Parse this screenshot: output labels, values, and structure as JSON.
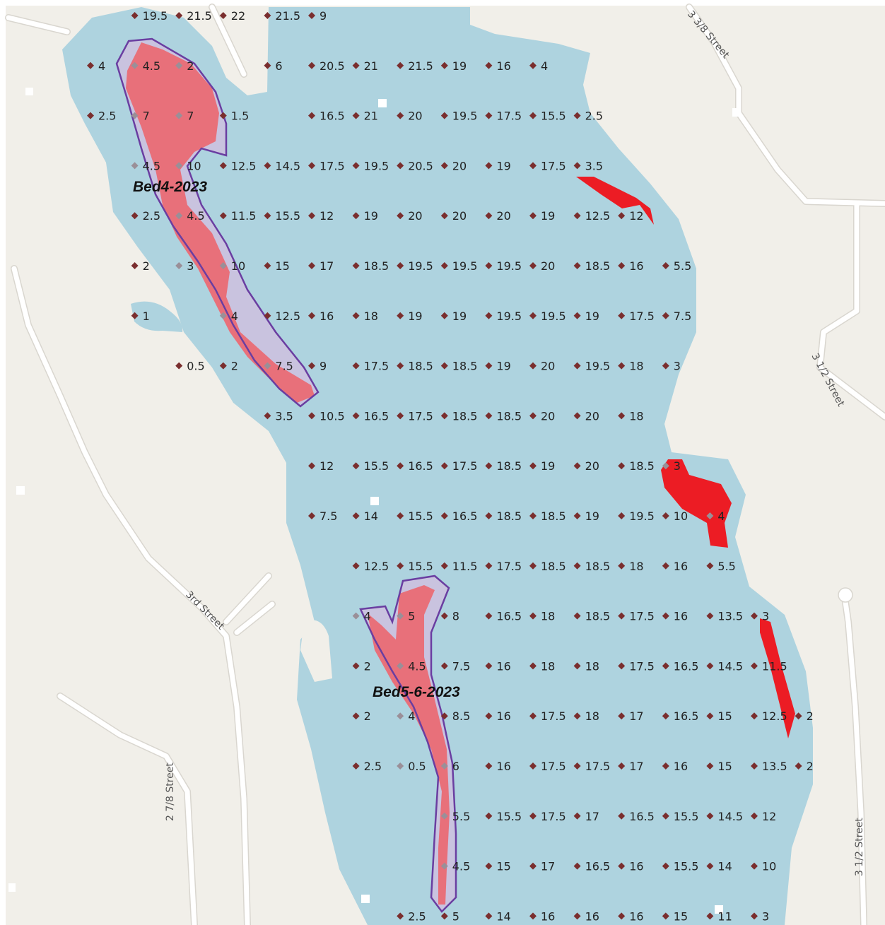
{
  "colors": {
    "land": "#f1efe9",
    "water": "#aed3df",
    "road": "#ffffff",
    "road_casing": "#d9d6cf",
    "bed_fill": "#e8707a",
    "bed_outline": "#6a3ea1",
    "bed_halo": "#c9c3df",
    "hotspot": "#ec1c24",
    "marker": "#7a2e2e",
    "marker_in_bed": "#9a8f98"
  },
  "icons": {
    "sample_marker": "diamond-icon"
  },
  "bed_labels": {
    "bed4": "Bed4-2023",
    "bed56": "Bed5-6-2023"
  },
  "street_labels": {
    "s338": "3 3/8 Street",
    "s312_east": "3 1/2 Street",
    "s3rd": "3rd Street",
    "s278": "2 7/8 Street",
    "s312_se": "3 1/2 Street"
  },
  "depth_rows": [
    [
      "",
      "19.5",
      "21.5",
      "22",
      "21.5",
      "9",
      "",
      "",
      "",
      "",
      "",
      "",
      "",
      "",
      ""
    ],
    [
      "4",
      "4.5",
      "2",
      "",
      "6",
      "20.5",
      "21",
      "21.5",
      "19",
      "16",
      "4",
      "",
      "",
      "",
      ""
    ],
    [
      "2.5",
      "7",
      "7",
      "1.5",
      "",
      "16.5",
      "21",
      "20",
      "19.5",
      "17.5",
      "15.5",
      "2.5",
      "",
      "",
      ""
    ],
    [
      "",
      "4.5",
      "10",
      "12.5",
      "14.5",
      "17.5",
      "19.5",
      "20.5",
      "20",
      "19",
      "17.5",
      "3.5",
      "",
      "",
      ""
    ],
    [
      "",
      "2.5",
      "4.5",
      "11.5",
      "15.5",
      "12",
      "19",
      "20",
      "20",
      "20",
      "19",
      "12.5",
      "12",
      "",
      ""
    ],
    [
      "",
      "2",
      "3",
      "10",
      "15",
      "17",
      "18.5",
      "19.5",
      "19.5",
      "19.5",
      "20",
      "18.5",
      "16",
      "5.5",
      ""
    ],
    [
      "",
      "1",
      "",
      "4",
      "12.5",
      "16",
      "18",
      "19",
      "19",
      "19.5",
      "19.5",
      "19",
      "17.5",
      "7.5",
      ""
    ],
    [
      "",
      "",
      "0.5",
      "2",
      "7.5",
      "9",
      "17.5",
      "18.5",
      "18.5",
      "19",
      "20",
      "19.5",
      "18",
      "3",
      ""
    ],
    [
      "",
      "",
      "",
      "",
      "3.5",
      "10.5",
      "16.5",
      "17.5",
      "18.5",
      "18.5",
      "20",
      "20",
      "18",
      "",
      ""
    ],
    [
      "",
      "",
      "",
      "",
      "",
      "12",
      "15.5",
      "16.5",
      "17.5",
      "18.5",
      "19",
      "20",
      "18.5",
      "3",
      ""
    ],
    [
      "",
      "",
      "",
      "",
      "",
      "7.5",
      "14",
      "15.5",
      "16.5",
      "18.5",
      "18.5",
      "19",
      "19.5",
      "10",
      "4"
    ],
    [
      "",
      "",
      "",
      "",
      "",
      "",
      "12.5",
      "15.5",
      "11.5",
      "17.5",
      "18.5",
      "18.5",
      "18",
      "16",
      "5.5"
    ],
    [
      "",
      "",
      "",
      "",
      "",
      "",
      "4",
      "5",
      "8",
      "16.5",
      "18",
      "18.5",
      "17.5",
      "16",
      "13.5",
      "3"
    ],
    [
      "",
      "",
      "",
      "",
      "",
      "",
      "2",
      "4.5",
      "7.5",
      "16",
      "18",
      "18",
      "17.5",
      "16.5",
      "14.5",
      "11.5"
    ],
    [
      "",
      "",
      "",
      "",
      "",
      "",
      "2",
      "4",
      "8.5",
      "16",
      "17.5",
      "18",
      "17",
      "16.5",
      "15",
      "12.5",
      "2"
    ],
    [
      "",
      "",
      "",
      "",
      "",
      "",
      "2.5",
      "0.5",
      "6",
      "16",
      "17.5",
      "17.5",
      "17",
      "16",
      "15",
      "13.5",
      "2"
    ],
    [
      "",
      "",
      "",
      "",
      "",
      "",
      "",
      "",
      "5.5",
      "15.5",
      "17.5",
      "17",
      "16.5",
      "15.5",
      "14.5",
      "12",
      ""
    ],
    [
      "",
      "",
      "",
      "",
      "",
      "",
      "",
      "",
      "4.5",
      "15",
      "17",
      "16.5",
      "16",
      "15.5",
      "14",
      "10",
      ""
    ],
    [
      "",
      "",
      "",
      "",
      "",
      "",
      "",
      "2.5",
      "5",
      "14",
      "16",
      "16",
      "16",
      "15",
      "11",
      "3",
      ""
    ]
  ]
}
